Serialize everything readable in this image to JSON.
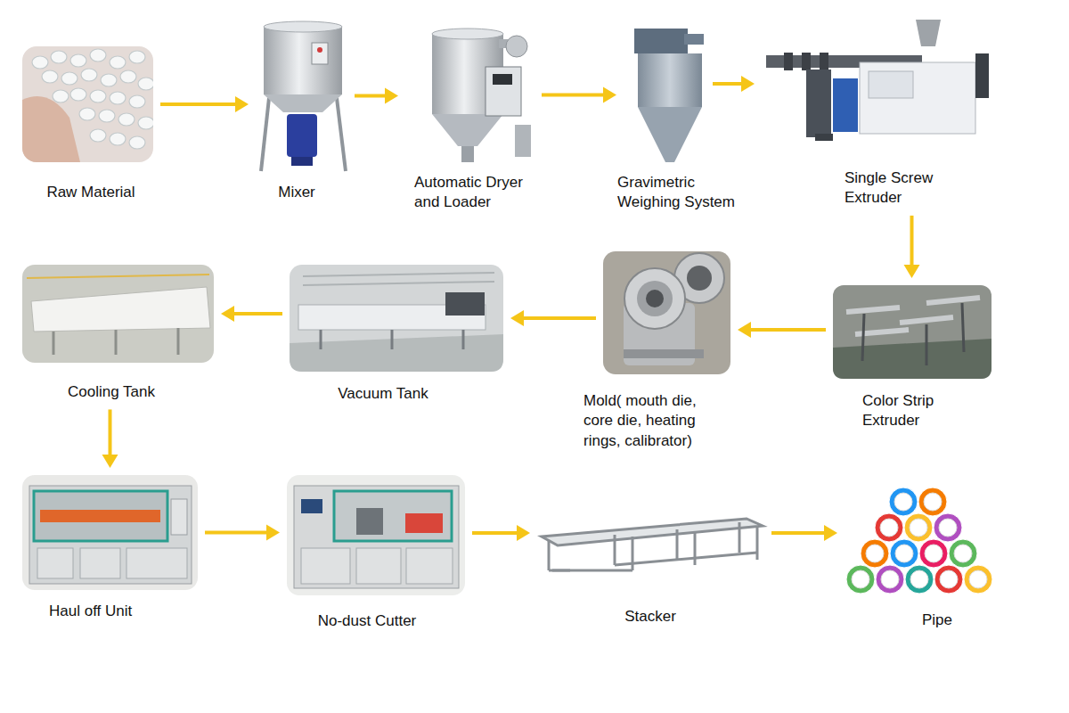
{
  "diagram": {
    "nodes": [
      {
        "text": [
          "Raw Material"
        ]
      },
      {
        "text": [
          "Mixer"
        ]
      },
      {
        "text": [
          "Automatic Dryer and Loader"
        ]
      },
      {
        "text": [
          "Gravimetric Weighing System"
        ]
      },
      {
        "text": [
          "Single Screw Extruder"
        ]
      },
      {
        "text": [
          "Color Strip Extruder"
        ]
      },
      {
        "text": [
          "Mold( mouth die, core die, heating rings, calibrator)"
        ]
      },
      {
        "text": [
          "Vacuum Tank"
        ]
      },
      {
        "text": [
          "Cooling Tank"
        ]
      },
      {
        "text": [
          "Haul off Unit"
        ]
      },
      {
        "text": [
          "No-dust Cutter"
        ]
      },
      {
        "text": [
          "Stacker"
        ]
      },
      {
        "text": [
          "Pipe"
        ]
      }
    ],
    "edges": [
      {
        "from": 0,
        "to": 1,
        "arrow": "to"
      },
      {
        "from": 1,
        "to": 2,
        "arrow": "to"
      },
      {
        "from": 2,
        "to": 3,
        "arrow": "to"
      },
      {
        "from": 3,
        "to": 4,
        "arrow": "to"
      },
      {
        "from": 4,
        "to": 5,
        "arrow": "to"
      },
      {
        "from": 5,
        "to": 6,
        "arrow": "to"
      },
      {
        "from": 6,
        "to": 7,
        "arrow": "to"
      },
      {
        "from": 7,
        "to": 8,
        "arrow": "to"
      },
      {
        "from": 8,
        "to": 9,
        "arrow": "to"
      },
      {
        "from": 9,
        "to": 10,
        "arrow": "to"
      },
      {
        "from": 10,
        "to": 11,
        "arrow": "to"
      },
      {
        "from": 11,
        "to": 12,
        "arrow": "to"
      }
    ]
  }
}
